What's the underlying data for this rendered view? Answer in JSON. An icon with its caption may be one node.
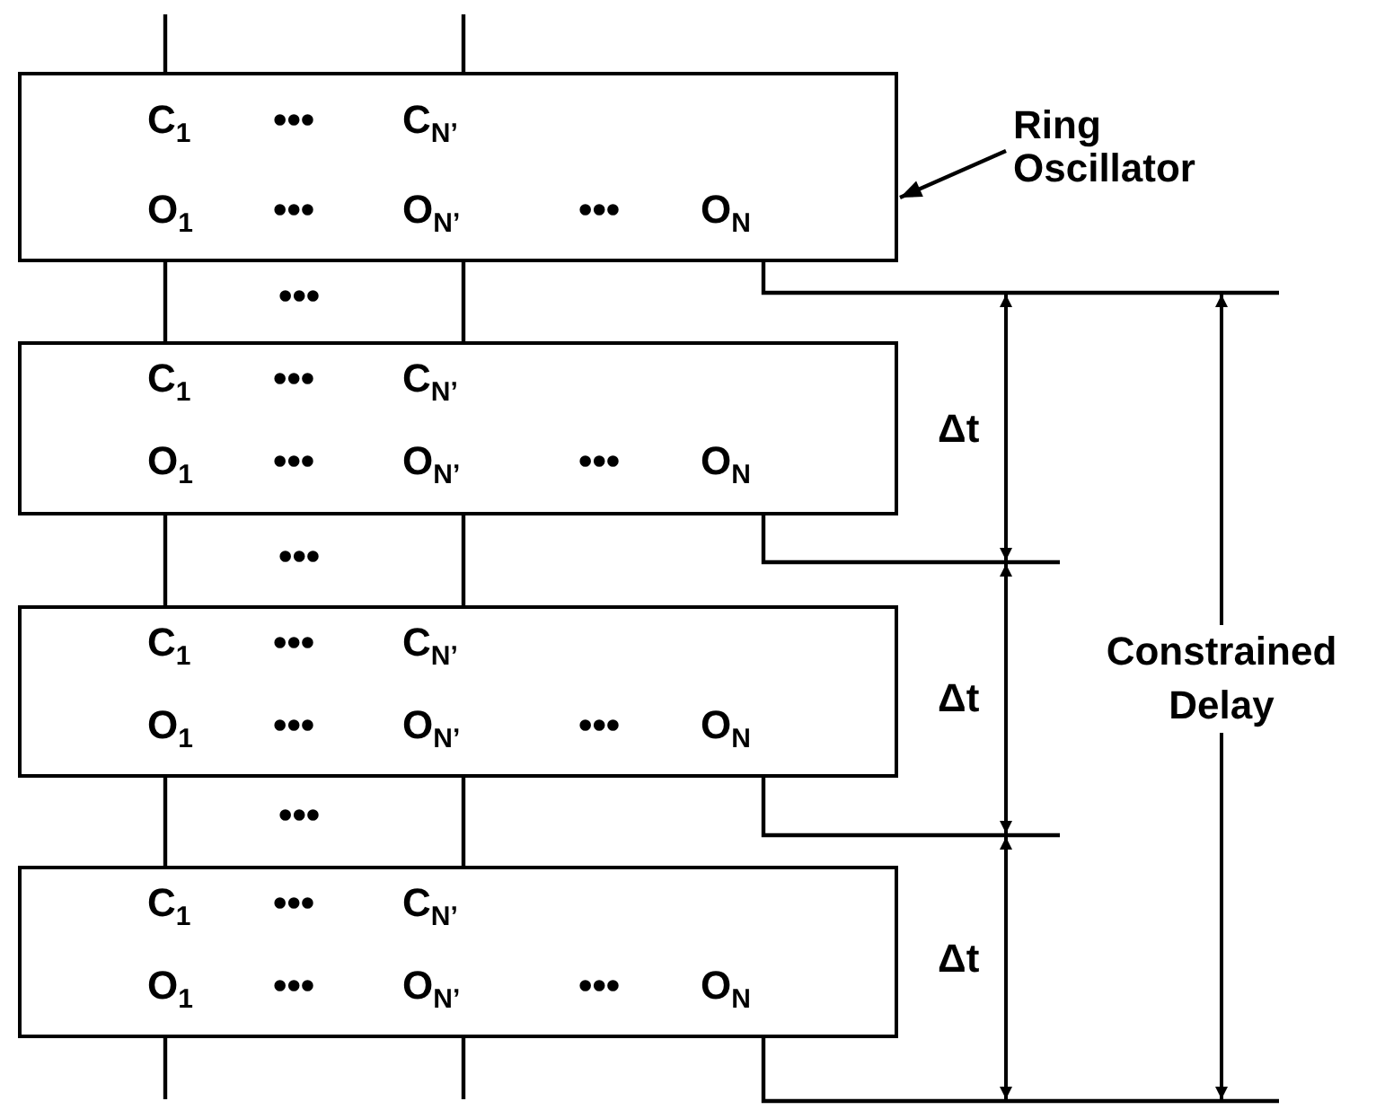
{
  "diagram": {
    "nodes": [
      {
        "text": [
          "C$_{1}$",
          "•••",
          "C$_{N’}$",
          "O$_{1}$",
          "•••",
          "O$_{N’}$",
          "•••",
          "O$_{N}$"
        ]
      },
      {
        "text": [
          "C$_{1}$",
          "•••",
          "C$_{N’}$",
          "O$_{1}$",
          "•••",
          "O$_{N’}$",
          "•••",
          "O$_{N}$"
        ]
      },
      {
        "text": [
          "C$_{1}$",
          "•••",
          "C$_{N’}$",
          "O$_{1}$",
          "•••",
          "O$_{N’}$",
          "•••",
          "O$_{N}$"
        ]
      },
      {
        "text": [
          "C$_{1}$",
          "•••",
          "C$_{N’}$",
          "O$_{1}$",
          "•••",
          "O$_{N’}$",
          "•••",
          "O$_{N}$"
        ]
      },
      {
        "text": [
          "Ring Oscillator"
        ]
      }
    ],
    "edges": [
      {
        "from": null,
        "to": 0,
        "arrow": "none"
      },
      {
        "from": null,
        "to": 0,
        "arrow": "none"
      },
      {
        "from": 0,
        "to": 1,
        "arrow": "none"
      },
      {
        "from": 0,
        "to": 1,
        "arrow": "none"
      },
      {
        "from": 1,
        "to": 2,
        "arrow": "none"
      },
      {
        "from": 1,
        "to": 2,
        "arrow": "none"
      },
      {
        "from": 2,
        "to": 3,
        "arrow": "none"
      },
      {
        "from": 2,
        "to": 3,
        "arrow": "none"
      },
      {
        "from": 3,
        "to": null,
        "arrow": "none"
      },
      {
        "from": 3,
        "to": null,
        "arrow": "none"
      },
      {
        "from": 4,
        "to": 0,
        "arrow": "to"
      }
    ],
    "labels": [
      "•••",
      "Δt",
      "•••",
      "Constrained Delay",
      "Δt",
      "•••",
      "Δt"
    ]
  }
}
